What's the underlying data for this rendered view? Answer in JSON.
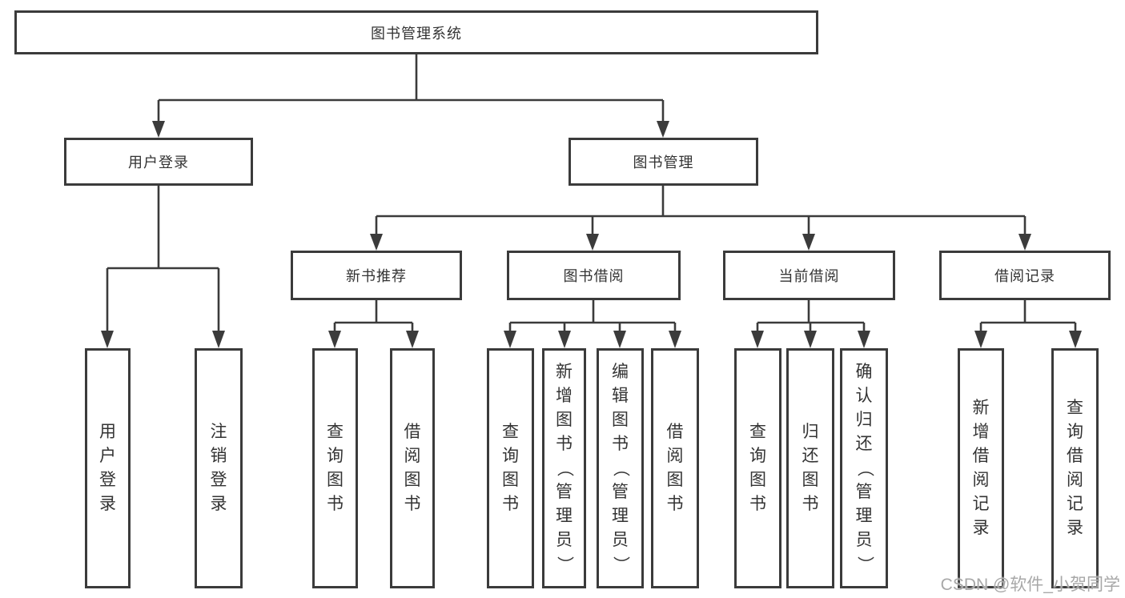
{
  "colors": {
    "line": "#3b3b3b",
    "box-border": "#3b3b3b",
    "text": "#333333",
    "watermark": "#a8a8a8",
    "background": "#ffffff"
  },
  "diagram": {
    "root": {
      "label": "图书管理系统"
    },
    "branches": [
      {
        "label": "用户登录",
        "children": [
          {
            "label": "用户登录"
          },
          {
            "label": "注销登录"
          }
        ]
      },
      {
        "label": "图书管理",
        "children": [
          {
            "label": "新书推荐",
            "children": [
              {
                "label": "查询图书"
              },
              {
                "label": "借阅图书"
              }
            ]
          },
          {
            "label": "图书借阅",
            "children": [
              {
                "label": "查询图书"
              },
              {
                "label": "新增图书（管理员）"
              },
              {
                "label": "编辑图书（管理员）"
              },
              {
                "label": "借阅图书"
              }
            ]
          },
          {
            "label": "当前借阅",
            "children": [
              {
                "label": "查询图书"
              },
              {
                "label": "归还图书"
              },
              {
                "label": "确认归还（管理员）"
              }
            ]
          },
          {
            "label": "借阅记录",
            "children": [
              {
                "label": "新增借阅记录"
              },
              {
                "label": "查询借阅记录"
              }
            ]
          }
        ]
      }
    ]
  },
  "watermark": {
    "text": "CSDN @软件_小贺同学"
  }
}
